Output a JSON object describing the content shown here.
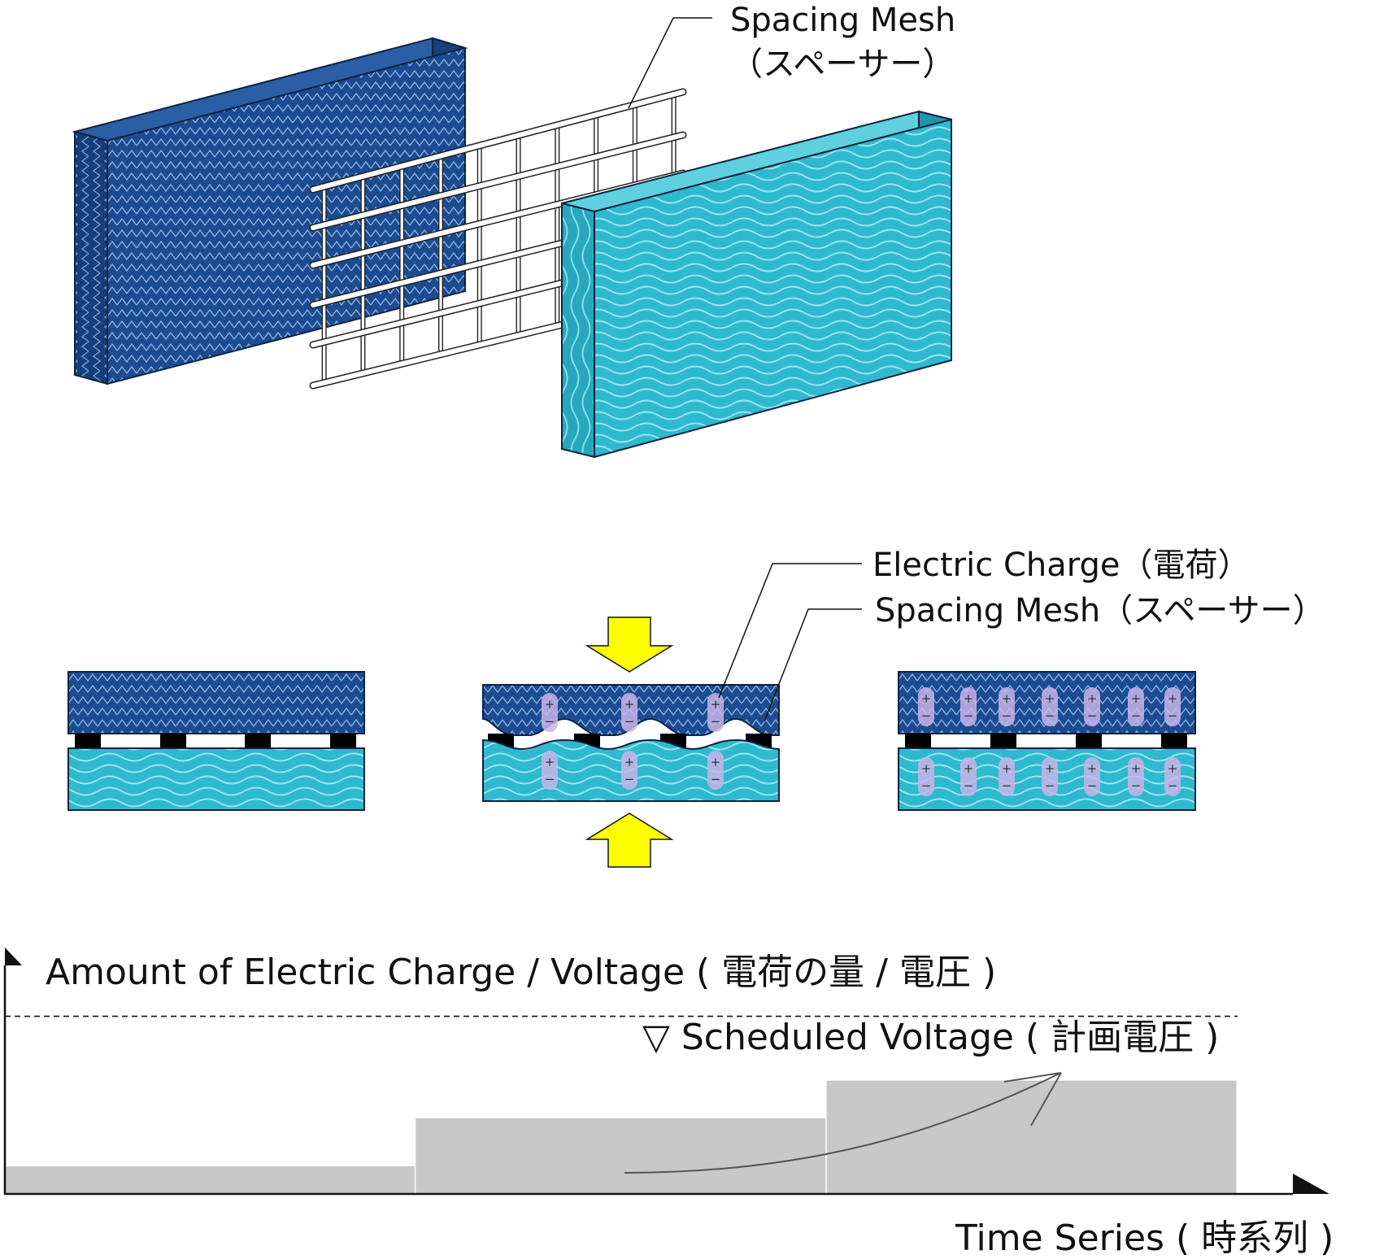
{
  "top_illustration": {
    "mesh_label_en": "Spacing Mesh",
    "mesh_label_ja": "（スペーサー）"
  },
  "middle_illustration": {
    "charge_label": "Electric Charge（電荷）",
    "mesh_label": "Spacing Mesh（スペーサー）",
    "plus_sign": "+",
    "minus_sign": "−"
  },
  "chart": {
    "y_axis_label": "Amount of Electric Charge / Voltage ( 電荷の量 / 電圧 )",
    "x_axis_label": "Time Series ( 時系列 )",
    "reference_label": "▽ Scheduled Voltage ( 計画電圧 )"
  },
  "chart_data": {
    "type": "bar",
    "title": "",
    "xlabel": "Time Series ( 時系列 )",
    "ylabel": "Amount of Electric Charge / Voltage ( 電荷の量 / 電圧 )",
    "categories": [
      "",
      "",
      ""
    ],
    "values": [
      1,
      2.8,
      4.2
    ],
    "reference_line": {
      "label": "▽ Scheduled Voltage ( 計画電圧 )",
      "value": 6.6,
      "style": "dashed"
    },
    "ylim": [
      0,
      8.5
    ],
    "grid": false,
    "trend_arrow": "increasing"
  },
  "colors": {
    "dark_plate": "#1b4c92",
    "light_plate": "#2eb9cf",
    "arrow_yellow": "#ffff00",
    "bar_gray": "#c8c8c8",
    "charge_purple": "#c8b4e8"
  }
}
